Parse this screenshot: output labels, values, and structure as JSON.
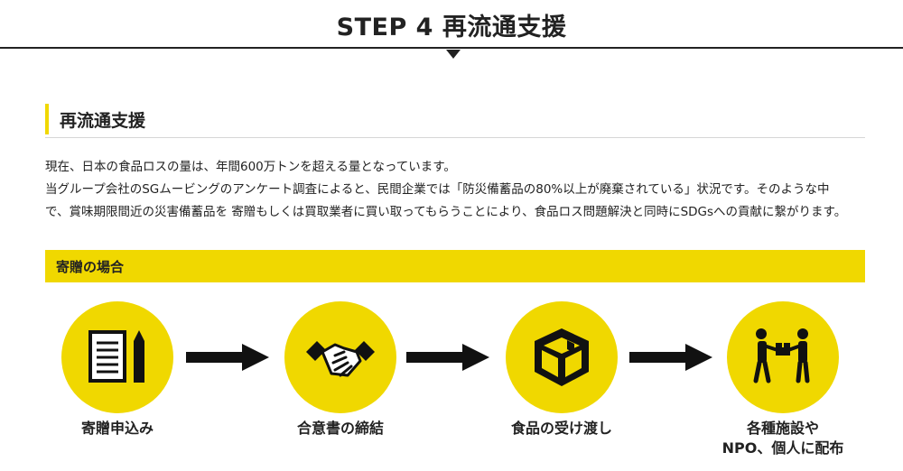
{
  "header": {
    "title": "STEP 4 再流通支援"
  },
  "section": {
    "title": "再流通支援"
  },
  "body": {
    "lines": [
      "現在、日本の食品ロスの量は、年間600万トンを超える量となっています。",
      "当グループ会社のSGムービングのアンケート調査によると、民間企業では「防災備蓄品の80%以上が廃棄されている」状況です。そのような中",
      "で、賞味期限間近の災害備蓄品を 寄贈もしくは買取業者に買い取ってもらうことにより、食品ロス問題解決と同時にSDGsへの貢献に繋がります。"
    ]
  },
  "band": {
    "label": "寄贈の場合"
  },
  "steps": [
    {
      "label": "寄贈申込み",
      "icon": "document-pen-icon"
    },
    {
      "label": "合意書の締結",
      "icon": "handshake-icon"
    },
    {
      "label": "食品の受け渡し",
      "icon": "package-box-icon"
    },
    {
      "label_line1": "各種施設や",
      "label_line2": "NPO、個人に配布",
      "icon": "people-handover-icon"
    }
  ],
  "colors": {
    "accent": "#f0d800",
    "text": "#222222",
    "divider": "#d6d6d6"
  }
}
